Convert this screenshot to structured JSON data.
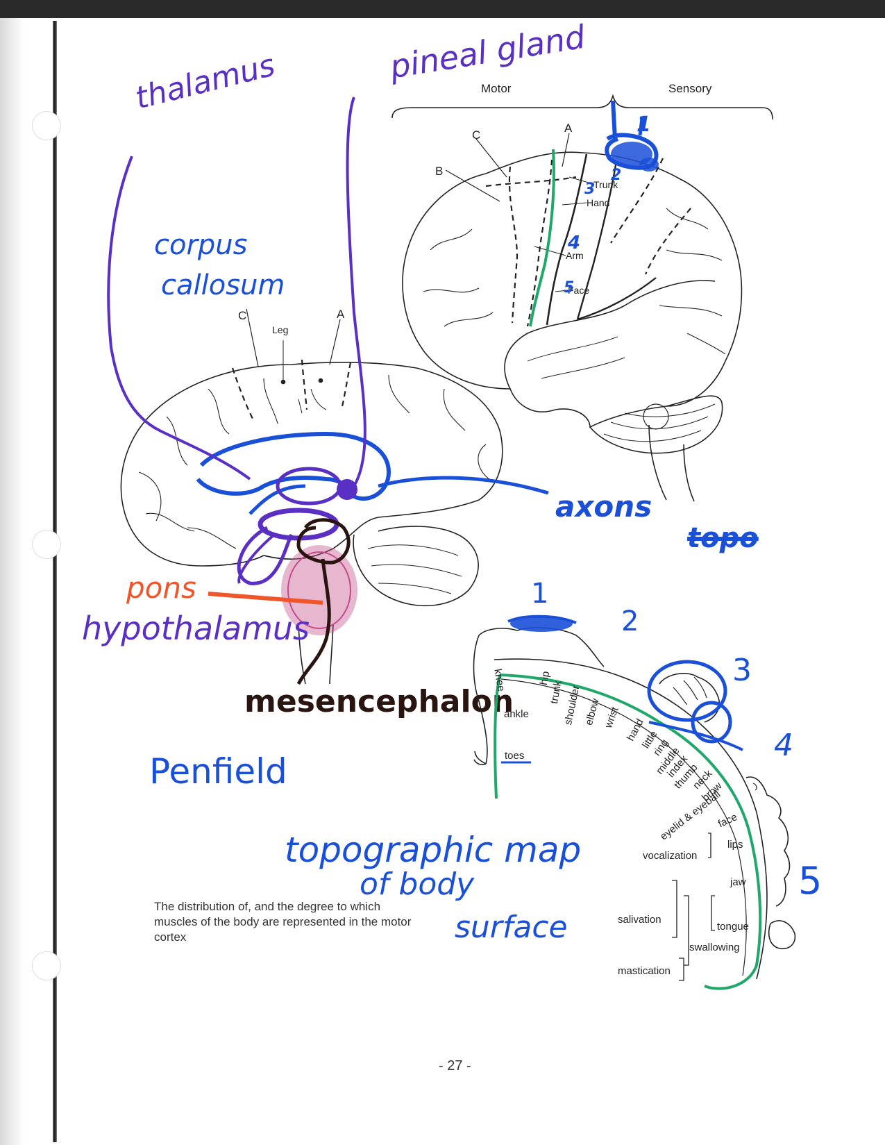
{
  "printed": {
    "motor": "Motor",
    "sensory": "Sensory",
    "label_c_top": "C",
    "label_a_top": "A",
    "label_b_top": "B",
    "trunk": "Trunk",
    "hand": "Hand",
    "arm": "Arm",
    "face": "Face",
    "label_c_mid": "C",
    "label_a_mid": "A",
    "leg": "Leg",
    "caption_line1": "The distribution of, and the degree to which",
    "caption_line2": "muscles of the body are represented in the motor",
    "caption_line3": "cortex",
    "page_number": "- 27 -"
  },
  "homunculus_labels": {
    "knee": "knee",
    "hip": "hip",
    "trunk": "trunk",
    "shoulder": "shoulder",
    "elbow": "elbow",
    "wrist": "wrist",
    "ankle": "ankle",
    "toes": "toes",
    "hand": "hand",
    "little": "little",
    "ring": "ring",
    "middle": "middle",
    "index": "index",
    "thumb": "thumb",
    "neck": "neck",
    "brow": "brow",
    "eyelid_eyeball": "eyelid & eyeball",
    "face": "face",
    "lips": "lips",
    "vocalization": "vocalization",
    "jaw": "jaw",
    "salivation": "salivation",
    "tongue": "tongue",
    "swallowing": "swallowing",
    "mastication": "mastication"
  },
  "handwritten": {
    "thalamus": "thalamus",
    "pineal_gland": "pineal gland",
    "corpus": "corpus",
    "callosum": "callosum",
    "axons": "axons",
    "topo_struck": "topo",
    "pons": "pons",
    "hypothalamus": "hypothalamus",
    "mesencephalon": "mesencephalon",
    "penfield": "Penfield",
    "topographic_map": "topographic map",
    "of_body": "of body",
    "surface": "surface",
    "num_1_top": "1",
    "num_2_top": "2",
    "num_3_top": "3",
    "num_4_top": "4",
    "num_5_top": "5",
    "num_1": "1",
    "num_2": "2",
    "num_3": "3",
    "num_4": "4",
    "num_5": "5"
  },
  "colors": {
    "purple": "#5a2fc4",
    "blue": "#1a4fd8",
    "green": "#1fa86a",
    "orange": "#f0552a",
    "pink": "#c44a8a",
    "brown": "#2a1410",
    "ink": "#222222"
  }
}
